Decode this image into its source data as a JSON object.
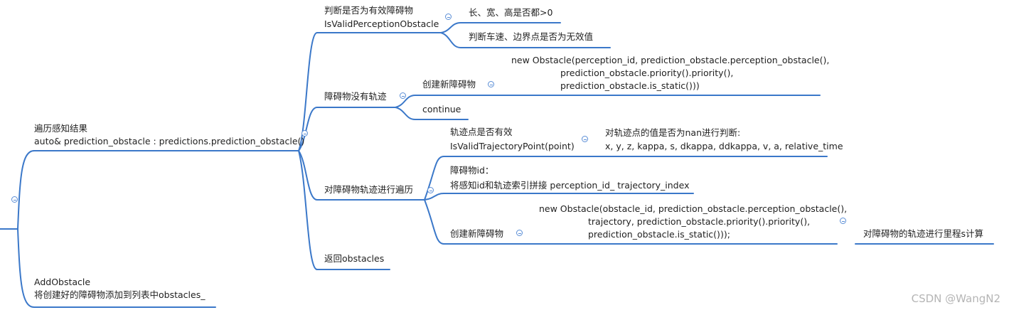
{
  "root": {
    "traverse": {
      "line1": "遍历感知结果",
      "line2": "auto& prediction_obstacle : predictions.prediction_obstacle()"
    },
    "add_obstacle": {
      "line1": "AddObstacle",
      "line2": "将创建好的障碍物添加到列表中obstacles_"
    }
  },
  "valid_check": {
    "line1": "判断是否为有效障碍物",
    "line2": "IsValidPerceptionObstacle",
    "children": [
      {
        "label": "长、宽、高是否都>0"
      },
      {
        "label": "判断车速、边界点是否为无效值"
      }
    ]
  },
  "no_trajectory": {
    "label": "障碍物没有轨迹",
    "create": {
      "label": "创建新障碍物",
      "code": [
        "new Obstacle(perception_id, prediction_obstacle.perception_obstacle(),",
        "prediction_obstacle.priority().priority(),",
        "prediction_obstacle.is_static()))"
      ]
    },
    "continue_label": "continue"
  },
  "traverse_traj": {
    "label": "对障碍物轨迹进行遍历",
    "valid_point": {
      "line1": "轨迹点是否有效",
      "line2": "IsValidTrajectoryPoint(point)",
      "detail": {
        "line1": "对轨迹点的值是否为nan进行判断:",
        "line2": "x, y, z, kappa, s, dkappa, ddkappa, v, a, relative_time"
      }
    },
    "obstacle_id": {
      "line1": "障碍物id：",
      "line2": "将感知id和轨迹索引拼接 perception_id_ trajectory_index"
    },
    "create": {
      "label": "创建新障碍物",
      "code": [
        "new Obstacle(obstacle_id, prediction_obstacle.perception_obstacle(),",
        "trajectory, prediction_obstacle.priority().priority(),",
        "prediction_obstacle.is_static()));"
      ],
      "mileage": "对障碍物的轨迹进行里程s计算"
    }
  },
  "return_label": "返回obstacles",
  "watermark": "CSDN @WangN2",
  "colors": {
    "line": "#3b78c9",
    "collapse": "#5b8ed6",
    "watermark": "#b5b5b5"
  }
}
